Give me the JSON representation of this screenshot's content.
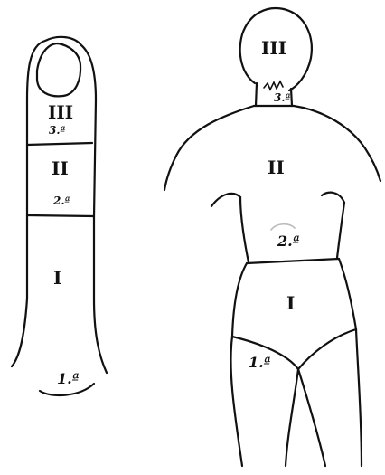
{
  "figure": {
    "finger": {
      "zones": [
        {
          "roman": "III",
          "ordinal": "3.ª"
        },
        {
          "roman": "II",
          "ordinal": "2.ª"
        },
        {
          "roman": "I",
          "ordinal": ""
        }
      ],
      "base_label": "1.ª"
    },
    "body": {
      "zones": [
        {
          "roman": "III",
          "ordinal": "3.ª"
        },
        {
          "roman": "II",
          "ordinal": "2.ª"
        },
        {
          "roman": "I",
          "ordinal": "1.ª"
        }
      ]
    },
    "colors": {
      "ink": "#111111",
      "paper": "#ffffff"
    }
  }
}
